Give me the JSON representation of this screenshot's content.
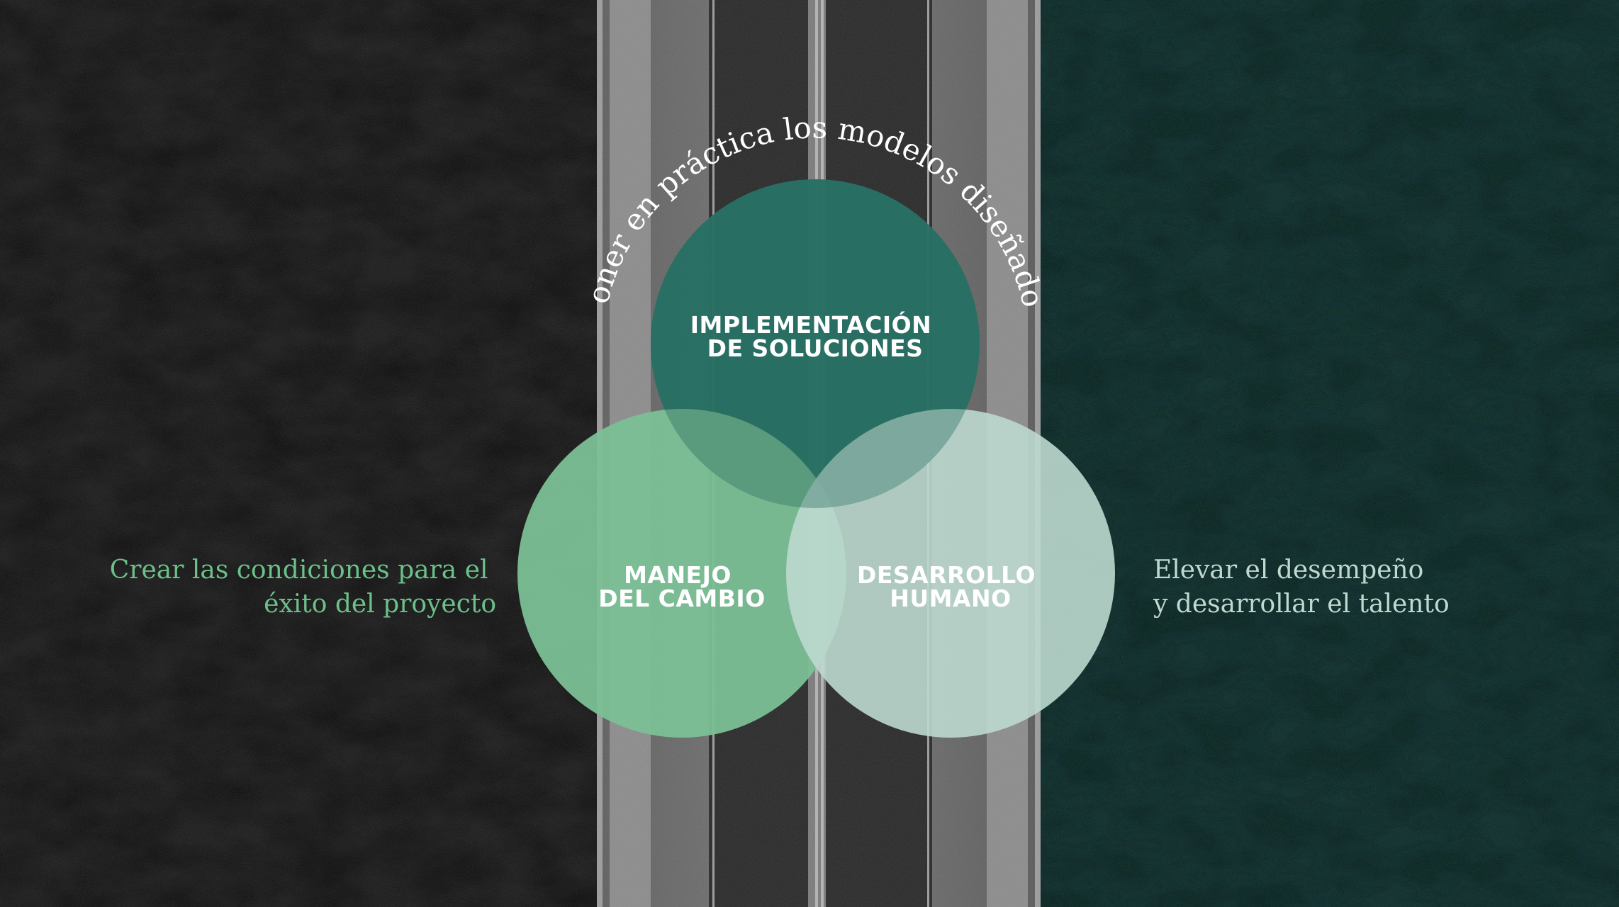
{
  "arc_caption": "Poner en práctica los modelos diseñados",
  "circles": {
    "top": {
      "lines": [
        "IMPLEMENTACIÓN",
        "DE SOLUCIONES"
      ],
      "color": "#2f7a6c"
    },
    "left": {
      "lines": [
        "MANEJO",
        "DEL CAMBIO"
      ],
      "color": "#7cc096"
    },
    "right": {
      "lines": [
        "DESARROLLO",
        "HUMANO"
      ],
      "color": "#bcd9cf"
    }
  },
  "left_caption": {
    "lines": [
      "Crear las condiciones para el",
      "éxito del proyecto"
    ],
    "color": "#6cc08a"
  },
  "right_caption": {
    "lines": [
      "Elevar el desempeño",
      "y desarrollar el talento"
    ],
    "color": "#bfd9d0"
  },
  "colors": {
    "water_left": "#1c1c1c",
    "water_right": "#0c2c2a",
    "bridge": "#6e6e6e",
    "road": "#2a2a2a"
  }
}
